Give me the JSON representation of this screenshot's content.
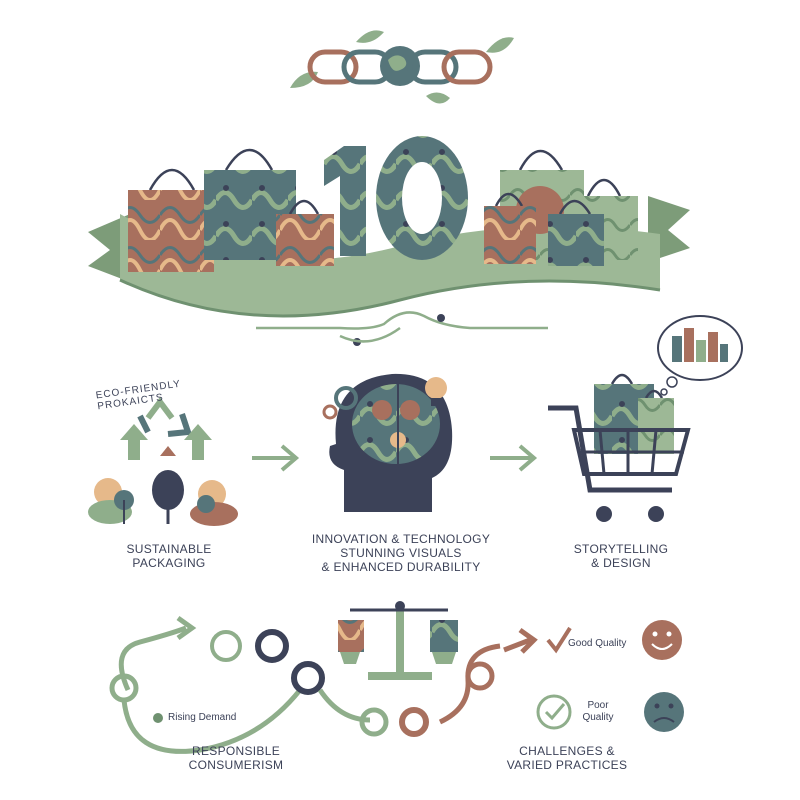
{
  "hero": {
    "number": "10"
  },
  "labels": {
    "eco_arc": "ECO-FRIENDLY PROKAICTS",
    "sustainable": [
      "SUSTAINABLE",
      "PACKAGING"
    ],
    "innovation": [
      "INNOVATION & TECHNOLOGY",
      "STUNNING VISUALS",
      "& ENHANCED DURABILITY"
    ],
    "storytelling": [
      "STORYTELLING",
      "& DESIGN"
    ],
    "responsible": [
      "RESPONSIBLE",
      "CONSUMERISM"
    ],
    "challenges": [
      "CHALLENGES &",
      "VARIED PRACTICES"
    ],
    "rising_demand": "Rising Demand",
    "good_quality": "Good Quality",
    "poor_quality": [
      "Poor",
      "Quality"
    ]
  },
  "colors": {
    "sage": "#8fae8b",
    "sage_dark": "#6f9170",
    "navy": "#3c4258",
    "terracotta": "#a8705e",
    "sand": "#e6b98a",
    "teal": "#56757a"
  }
}
